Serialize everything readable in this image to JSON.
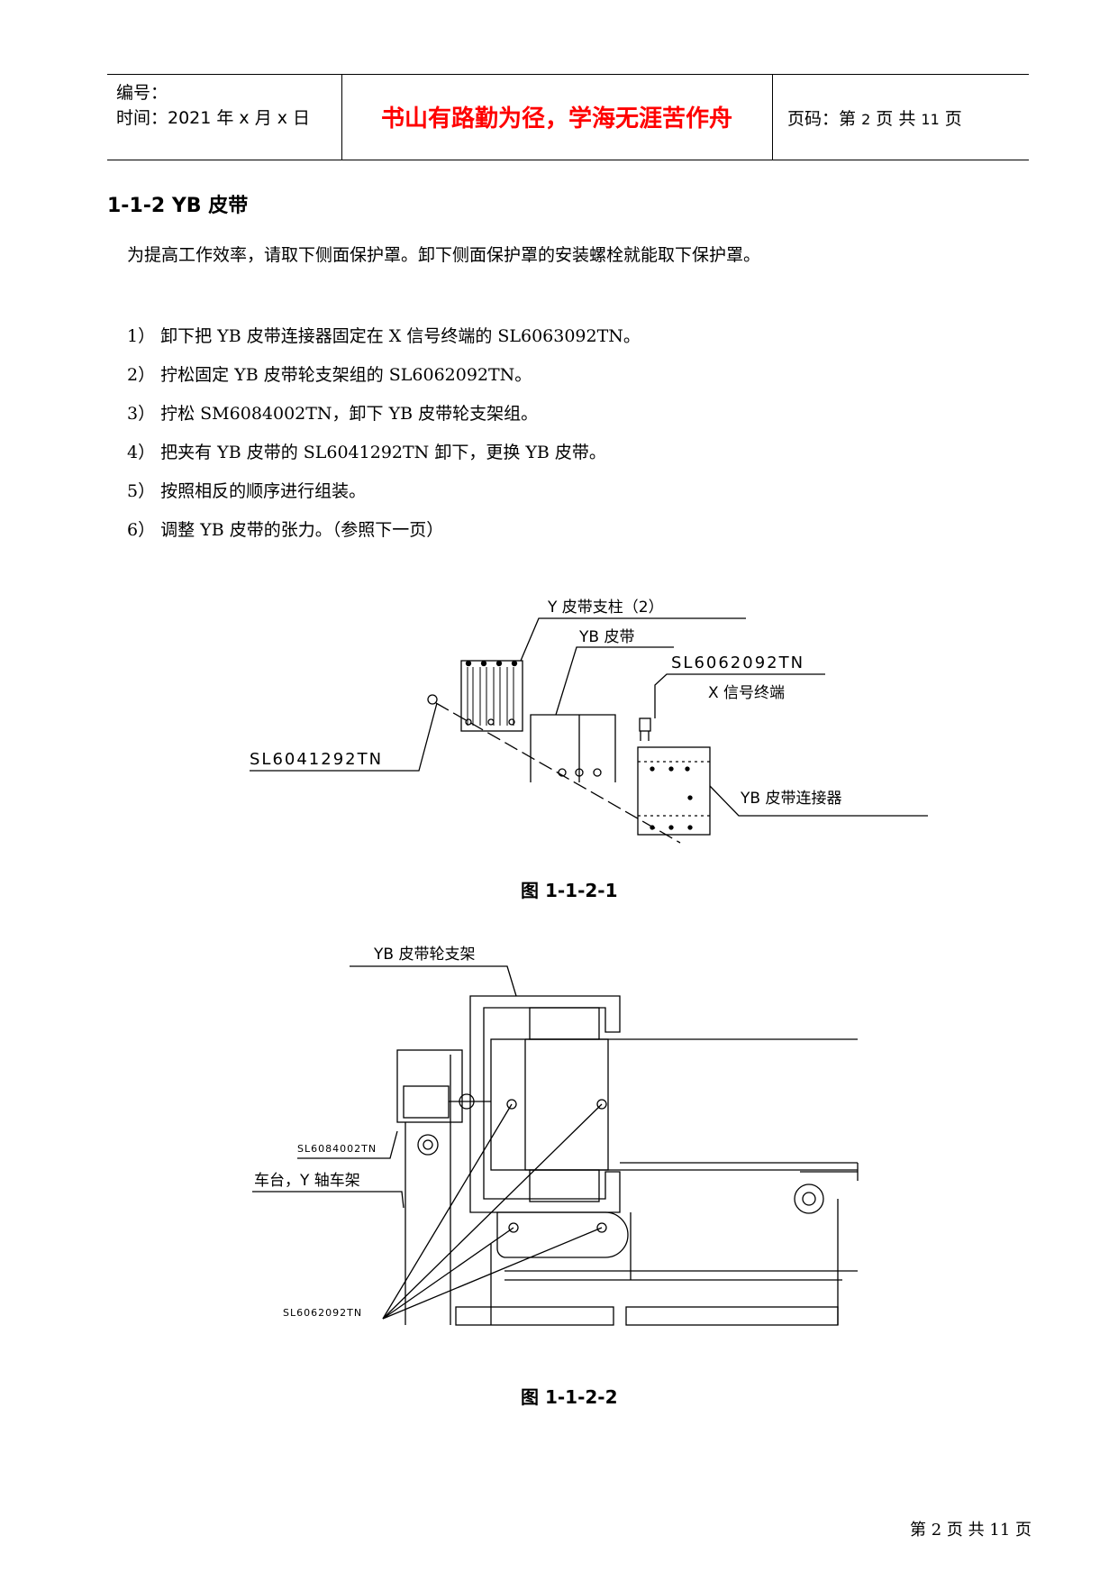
{
  "header": {
    "number_label": "编号：",
    "time_label": "时间：2021 年 x 月 x 日",
    "motto": "书山有路勤为径，学海无涯苦作舟",
    "page_prefix": "页码：第",
    "page_current": "2",
    "page_mid": "页  共",
    "page_total": "11",
    "page_suffix": "页"
  },
  "section": {
    "title": "1-1-2   YB 皮带",
    "intro": "为提高工作效率，请取下侧面保护罩。卸下侧面保护罩的安装螺栓就能取下保护罩。",
    "steps": [
      "1） 卸下把 YB 皮带连接器固定在 X 信号终端的 SL6063092TN。",
      "2） 拧松固定 YB 皮带轮支架组的 SL6062092TN。",
      "3） 拧松 SM6084002TN，卸下 YB 皮带轮支架组。",
      "4） 把夹有 YB 皮带的 SL6041292TN 卸下，更换 YB 皮带。",
      "5） 按照相反的顺序进行组装。",
      "6） 调整 YB 皮带的张力。（参照下一页）"
    ]
  },
  "figure1": {
    "labels": {
      "y_belt_post": "Y 皮带支柱（2）",
      "yb_belt": "YB 皮带",
      "sl6062092tn": "SL6062092TN",
      "x_signal_terminal": "X 信号终端",
      "sl6041292tn": "SL6041292TN",
      "yb_belt_connector": "YB 皮带连接器"
    },
    "caption": "图 1-1-2-1"
  },
  "figure2": {
    "labels": {
      "yb_pulley_bracket": "YB 皮带轮支架",
      "sl6084002tn": "SL6084002TN",
      "table_y_axis_frame": "车台，Y 轴车架",
      "sl6062092tn": "SL6062092TN"
    },
    "caption": "图 1-1-2-2"
  },
  "footer": {
    "text": "第 2 页 共 11 页"
  }
}
